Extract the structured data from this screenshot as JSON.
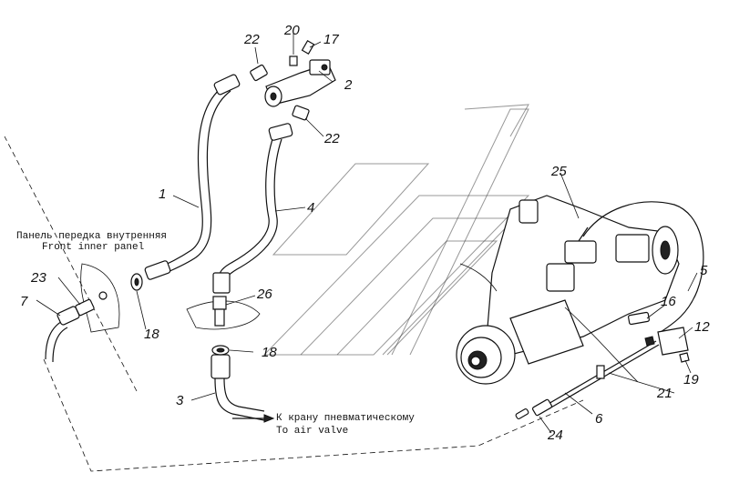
{
  "callouts": [
    "1",
    "2",
    "3",
    "4",
    "5",
    "6",
    "7",
    "12",
    "16",
    "17",
    "18",
    "18",
    "19",
    "20",
    "21",
    "22",
    "22",
    "23",
    "24",
    "25",
    "26"
  ],
  "captions": {
    "front_panel_ru": "Панель передка внутренняя",
    "front_panel_en": "Front inner panel",
    "air_valve_ru": "К крану пневматическому",
    "air_valve_en": "To air valve"
  }
}
